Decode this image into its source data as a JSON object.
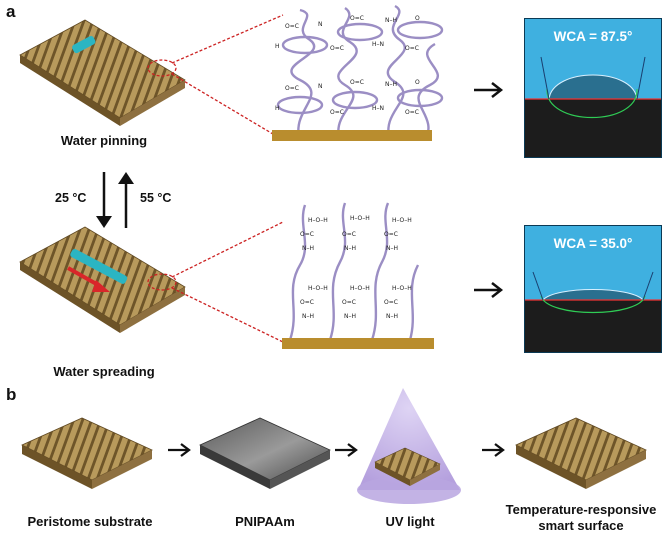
{
  "panels": {
    "a": {
      "letter": "a",
      "top_caption": "Water pinning",
      "bottom_caption": "Water spreading",
      "cooling": "25 °C",
      "heating": "55 °C",
      "wca_top": "WCA = 87.5°",
      "wca_bottom": "WCA = 35.0°"
    },
    "b": {
      "letter": "b",
      "steps": [
        "Peristome substrate",
        "PNIPAAm",
        "UV light",
        "Temperature-responsive smart surface"
      ],
      "last_step_line1": "Temperature-responsive",
      "last_step_line2": "smart surface"
    }
  },
  "colors": {
    "substrate": "#b89a5c",
    "substrate_dark": "#7a6132",
    "polymer": "#9b8ec4",
    "dashed": "#cc2222",
    "wca_sky": "#3fb0e0",
    "wca_ground": "#1c1c1c",
    "uv_cone": "#b9a6e0"
  }
}
